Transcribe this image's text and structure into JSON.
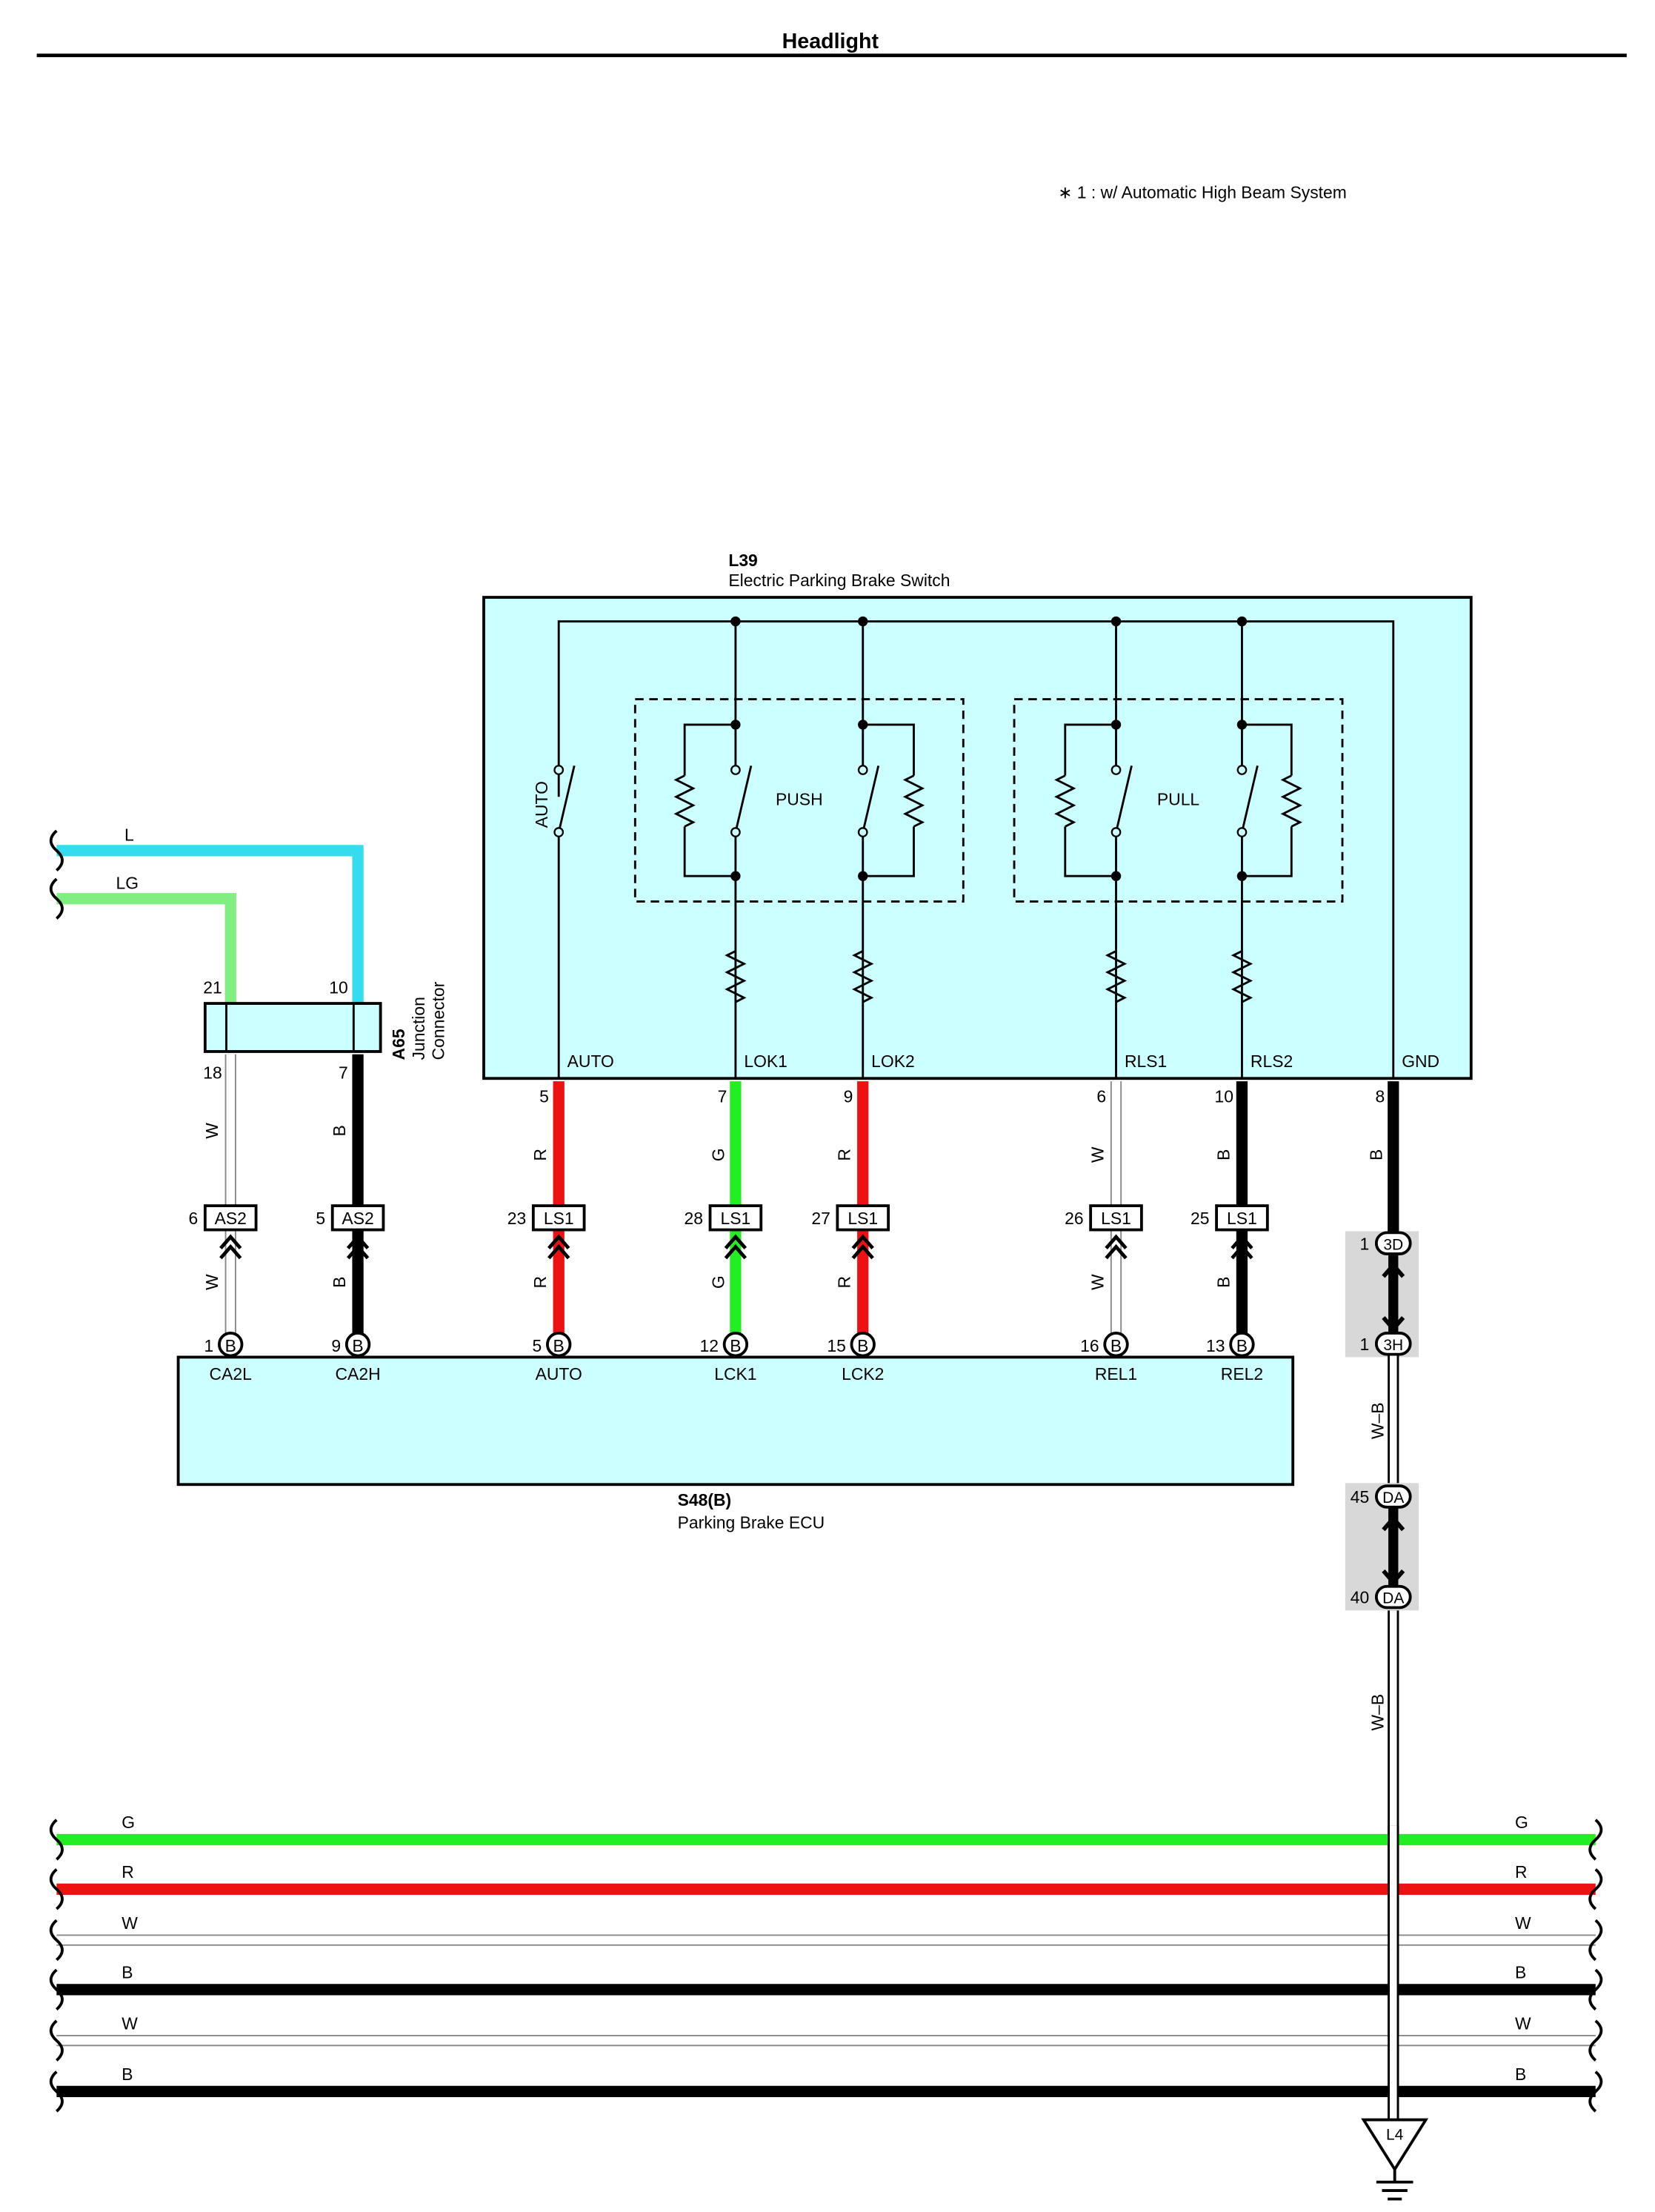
{
  "page": {
    "title": "Headlight"
  },
  "footnote": "∗ 1 : w/ Automatic High Beam System",
  "colors": {
    "L": "#33ddee",
    "LG": "#80ee80",
    "G": "#22ee22",
    "R": "#ee1111",
    "W": "#ffffff",
    "B": "#000000",
    "W-B": "#ffffff",
    "component_fill": "#ccffff",
    "connector_shade": "#d8d8d8"
  },
  "switch": {
    "id": "L39",
    "name": "Electric Parking Brake Switch",
    "push_label": "PUSH",
    "pull_label": "PULL",
    "auto_switch_label": "AUTO",
    "pins": [
      {
        "name": "AUTO",
        "num": "5",
        "color": "R"
      },
      {
        "name": "LOK1",
        "num": "7",
        "color": "G"
      },
      {
        "name": "LOK2",
        "num": "9",
        "color": "R"
      },
      {
        "name": "RLS1",
        "num": "6",
        "color": "W"
      },
      {
        "name": "RLS2",
        "num": "10",
        "color": "B"
      },
      {
        "name": "GND",
        "num": "8",
        "color": "B"
      }
    ]
  },
  "junction": {
    "id": "A65",
    "name1": "Junction",
    "name2": "Connector",
    "top_pins": [
      "21",
      "10"
    ],
    "bottom_pins": [
      "18",
      "7"
    ],
    "in_wires": [
      "L",
      "LG"
    ],
    "out_colors": [
      "W",
      "B"
    ]
  },
  "inline_connectors": [
    {
      "pin": "6",
      "code": "AS2",
      "color": "W"
    },
    {
      "pin": "5",
      "code": "AS2",
      "color": "B"
    },
    {
      "pin": "23",
      "code": "LS1",
      "color": "R"
    },
    {
      "pin": "28",
      "code": "LS1",
      "color": "G"
    },
    {
      "pin": "27",
      "code": "LS1",
      "color": "R"
    },
    {
      "pin": "26",
      "code": "LS1",
      "color": "W"
    },
    {
      "pin": "25",
      "code": "LS1",
      "color": "B"
    }
  ],
  "ecu": {
    "id": "S48(B)",
    "name": "Parking Brake ECU",
    "connector": "B",
    "pins": [
      {
        "num": "1",
        "name": "CA2L"
      },
      {
        "num": "9",
        "name": "CA2H"
      },
      {
        "num": "5",
        "name": "AUTO"
      },
      {
        "num": "12",
        "name": "LCK1"
      },
      {
        "num": "15",
        "name": "LCK2"
      },
      {
        "num": "16",
        "name": "REL1"
      },
      {
        "num": "13",
        "name": "REL2"
      }
    ]
  },
  "ground_path": {
    "wire_color_1": "B",
    "connectors": [
      {
        "pin": "1",
        "code": "3D"
      },
      {
        "pin": "1",
        "code": "3H"
      },
      {
        "pin": "45",
        "code": "DA"
      },
      {
        "pin": "40",
        "code": "DA"
      }
    ],
    "wire_color_2": "W–B",
    "wire_color_3": "W–B",
    "ground_point": "L4"
  },
  "buses": [
    {
      "color": "G"
    },
    {
      "color": "R"
    },
    {
      "color": "W"
    },
    {
      "color": "B"
    },
    {
      "color": "W"
    },
    {
      "color": "B"
    }
  ]
}
